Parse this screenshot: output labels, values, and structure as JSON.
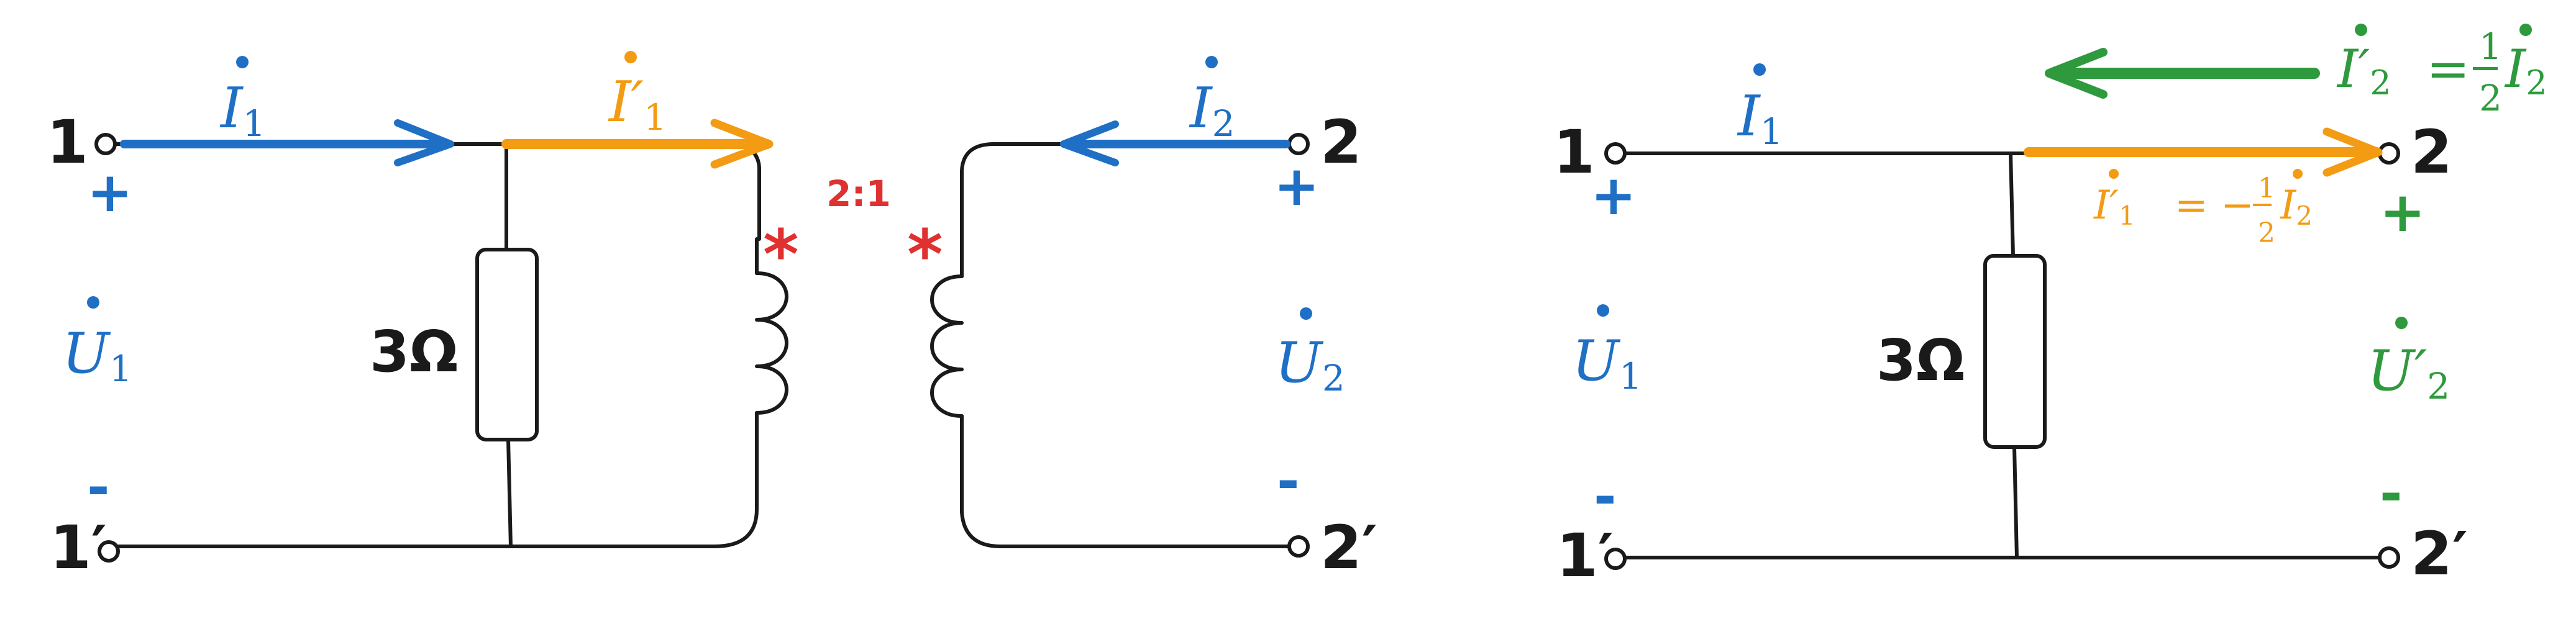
{
  "left": {
    "port1": "1",
    "port1p": "1′",
    "port2": "2",
    "port2p": "2′",
    "plus1": "+",
    "minus1": "-",
    "plus2": "+",
    "minus2": "-",
    "I1": {
      "base": "I",
      "sub": "1"
    },
    "Ip1": {
      "base": "I′",
      "sub": "1"
    },
    "I2": {
      "base": "I",
      "sub": "2"
    },
    "U1": {
      "base": "U",
      "sub": "1"
    },
    "U2": {
      "base": "U",
      "sub": "2"
    },
    "resistor": "3Ω",
    "ratio": "2:1",
    "dot_mark": "*"
  },
  "right": {
    "port1": "1",
    "port1p": "1′",
    "port2": "2",
    "port2p": "2′",
    "plus1": "+",
    "minus1": "-",
    "plus2": "+",
    "minus2": "-",
    "I1": {
      "base": "I",
      "sub": "1"
    },
    "U1": {
      "base": "U",
      "sub": "1"
    },
    "Up2": {
      "base": "U′",
      "sub": "2"
    },
    "resistor": "3Ω",
    "eq_green": {
      "lhs": "I′",
      "lhs_sub": "2",
      "eq": "=",
      "num": "1",
      "den": "2",
      "rhs": "I",
      "rhs_sub": "2"
    },
    "eq_orange": {
      "lhs": "I′",
      "lhs_sub": "1",
      "eq": "= −",
      "num": "1",
      "den": "2",
      "rhs": "I",
      "rhs_sub": "2"
    }
  },
  "colors": {
    "wire": "#1a1a1a",
    "blue": "#1f6fc5",
    "orange": "#f39b13",
    "green": "#2e9a3d",
    "red": "#e03131"
  }
}
